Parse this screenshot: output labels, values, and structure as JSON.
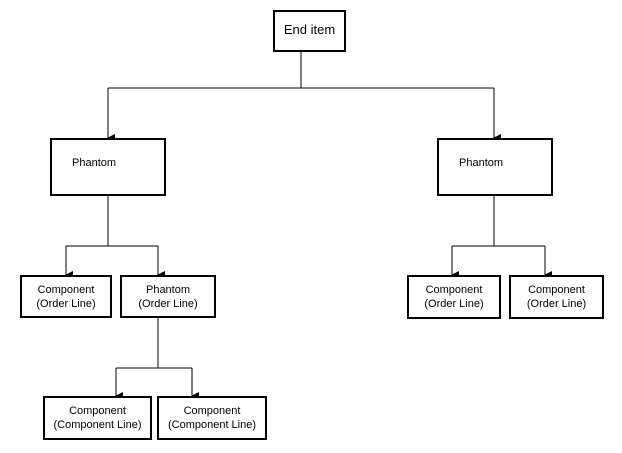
{
  "nodes": {
    "end_item": {
      "line1": "End item"
    },
    "phantom_left": {
      "line1": "Phantom"
    },
    "phantom_right": {
      "line1": "Phantom"
    },
    "component_ol_1": {
      "line1": "Component",
      "line2": "(Order Line)"
    },
    "phantom_ol": {
      "line1": "Phantom",
      "line2": "(Order Line)"
    },
    "component_ol_right_1": {
      "line1": "Component",
      "line2": "(Order Line)"
    },
    "component_ol_right_2": {
      "line1": "Component",
      "line2": "(Order Line)"
    },
    "component_cl_1": {
      "line1": "Component",
      "line2": "(Component Line)"
    },
    "component_cl_2": {
      "line1": "Component",
      "line2": "(Component Line)"
    }
  }
}
